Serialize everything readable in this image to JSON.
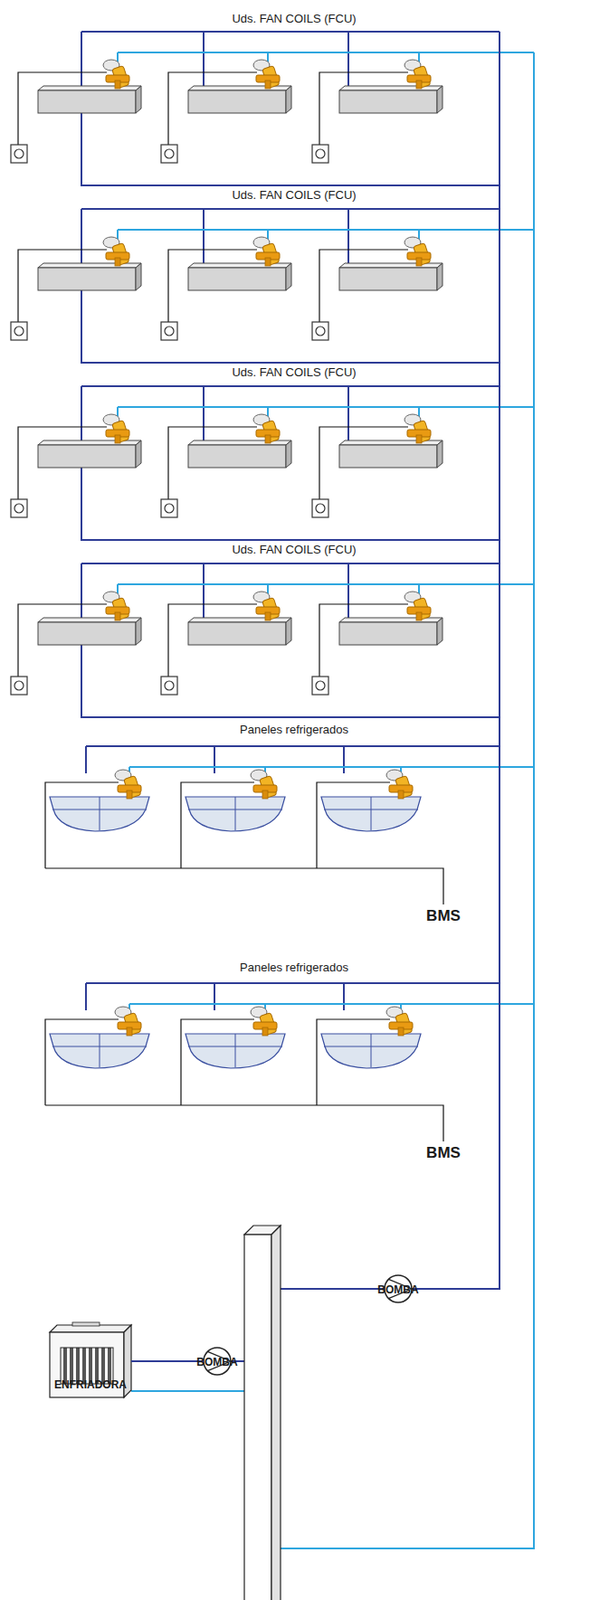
{
  "diagram": {
    "nodes": [
      {
        "text": [
          "ENFRIADORA"
        ]
      },
      {
        "text": [
          "BOMBA"
        ]
      },
      {
        "text": [
          "BOMBA"
        ]
      }
    ],
    "edges": [
      {
        "from": 0,
        "to": 1,
        "arrow": "none"
      }
    ],
    "labels": [
      "Uds. FAN COILS (FCU)",
      "Uds. FAN COILS (FCU)",
      "Uds. FAN COILS (FCU)",
      "Uds. FAN COILS (FCU)",
      "Paneles refrigerados",
      "BMS",
      "Paneles refrigerados",
      "BMS"
    ]
  }
}
